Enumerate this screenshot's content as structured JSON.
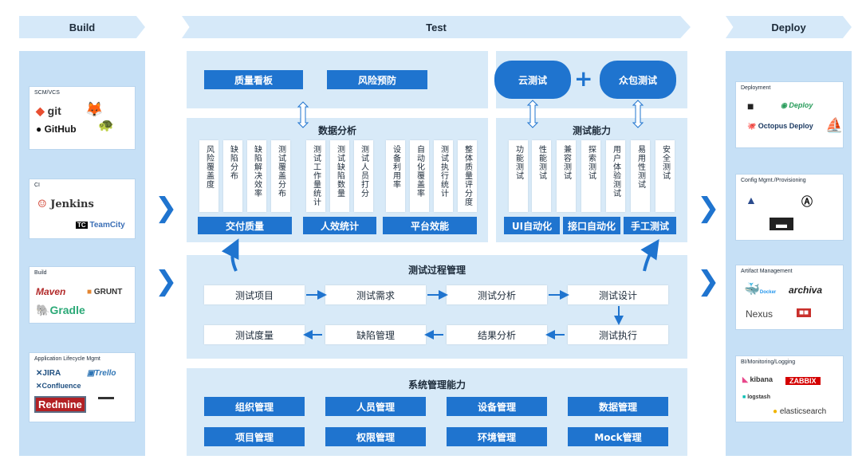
{
  "stages": {
    "build": "Build",
    "test": "Test",
    "deploy": "Deploy"
  },
  "build_cards": [
    {
      "title": "SCM/VCS",
      "logos": [
        "git",
        "GitHub"
      ]
    },
    {
      "title": "CI",
      "logos": [
        "Jenkins",
        "TeamCity"
      ]
    },
    {
      "title": "Build",
      "logos": [
        "Maven",
        "GRUNT",
        "Gradle"
      ]
    },
    {
      "title": "Application Lifecycle Mgmt",
      "logos": [
        "JIRA",
        "Trello",
        "Confluence",
        "Redmine"
      ]
    }
  ],
  "deploy_cards": [
    {
      "title": "Deployment",
      "logos": [
        "Deploy",
        "Octopus Deploy"
      ]
    },
    {
      "title": "Config Mgmt./Provisioning",
      "logos": []
    },
    {
      "title": "Artifact Management",
      "logos": [
        "Docker",
        "archiva",
        "Nexus"
      ]
    },
    {
      "title": "BI/Monitoring/Logging",
      "logos": [
        "kibana",
        "logstash",
        "elasticsearch"
      ]
    }
  ],
  "top": {
    "dashboard": "质量看板",
    "risk": "风险预防",
    "cloud1": "云测试",
    "cloud2": "众包测试",
    "plus": "+"
  },
  "data_analysis": {
    "title": "数据分析",
    "groups": [
      {
        "label": "交付质量",
        "items": [
          "风险覆盖度",
          "缺陷分布",
          "缺陷解决效率",
          "测试覆盖分布"
        ]
      },
      {
        "label": "人效统计",
        "items": [
          "测试工作量统计",
          "测试缺陷数量",
          "测试人员打分"
        ]
      },
      {
        "label": "平台效能",
        "items": [
          "设备利用率",
          "自动化覆盖率",
          "测试执行统计",
          "整体质量评分度"
        ]
      }
    ]
  },
  "test_capability": {
    "title": "测试能力",
    "items": [
      "功能测试",
      "性能测试",
      "兼容测试",
      "探索测试",
      "用户体验测试",
      "易用性测试",
      "安全测试"
    ],
    "groups": [
      "UI自动化",
      "接口自动化",
      "手工测试"
    ]
  },
  "process": {
    "title": "测试过程管理",
    "row1": [
      "测试项目",
      "测试需求",
      "测试分析",
      "测试设计"
    ],
    "row2": [
      "测试度量",
      "缺陷管理",
      "结果分析",
      "测试执行"
    ]
  },
  "system": {
    "title": "系统管理能力",
    "row1": [
      "组织管理",
      "人员管理",
      "设备管理",
      "数据管理"
    ],
    "row2": [
      "项目管理",
      "权限管理",
      "环境管理",
      "Mock管理"
    ]
  },
  "colors": {
    "accent": "#1f74cf",
    "panel": "#d8eaf8",
    "column": "#c6e0f6"
  }
}
